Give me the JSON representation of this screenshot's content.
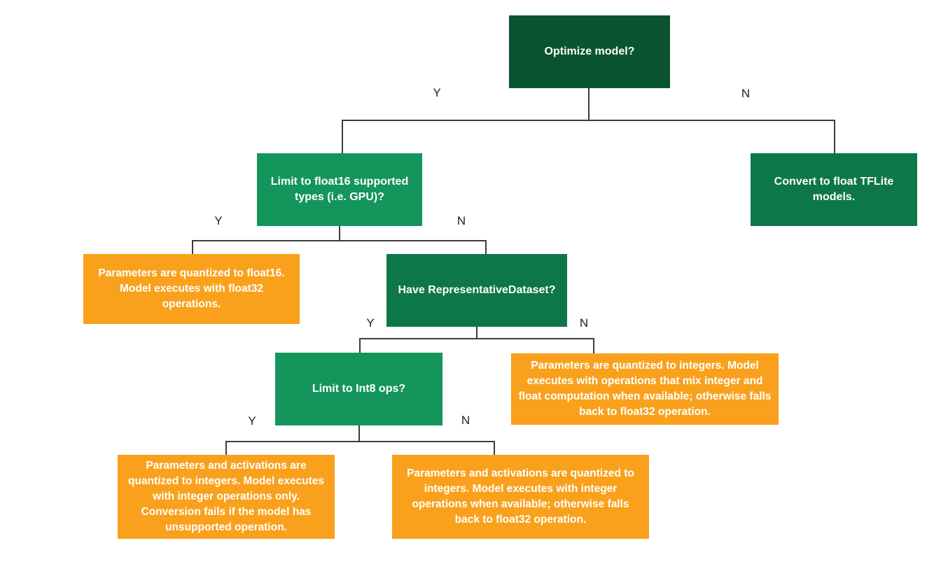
{
  "colors": {
    "dark_green": "#0a5431",
    "medium_green": "#0e7747",
    "light_green": "#14955b",
    "orange": "#f9a11c",
    "connector": "#3c3c3c",
    "node_text": "#ffffff",
    "edge_label_text": "#212121",
    "background": "#ffffff"
  },
  "diagram": {
    "type": "decision-tree-flowchart",
    "nodes": {
      "optimize": {
        "kind": "decision",
        "text": "Optimize model?"
      },
      "limit_float16": {
        "kind": "decision",
        "text": "Limit to float16 supported types (i.e. GPU)?"
      },
      "convert_float": {
        "kind": "action",
        "text": "Convert to float TFLite models."
      },
      "float16_result": {
        "kind": "result",
        "text": "Parameters are quantized to float16. Model executes with float32 operations."
      },
      "have_dataset": {
        "kind": "decision",
        "text": "Have RepresentativeDataset?"
      },
      "limit_int8": {
        "kind": "decision",
        "text": "Limit to Int8 ops?"
      },
      "mixed_result": {
        "kind": "result",
        "text": "Parameters are quantized to integers. Model executes with operations that mix integer and float computation when available; otherwise falls back to float32 operation."
      },
      "int8_only_result": {
        "kind": "result",
        "text": "Parameters and activations are quantized to integers. Model executes with integer operations only. Conversion fails if the model has unsupported operation."
      },
      "int8_fallback_result": {
        "kind": "result",
        "text": "Parameters and activations are quantized to integers. Model executes with integer operations when available; otherwise falls back to float32 operation."
      }
    },
    "edge_labels": {
      "optimize_yes": "Y",
      "optimize_no": "N",
      "float16_yes": "Y",
      "float16_no": "N",
      "dataset_yes": "Y",
      "dataset_no": "N",
      "int8_yes": "Y",
      "int8_no": "N"
    }
  }
}
